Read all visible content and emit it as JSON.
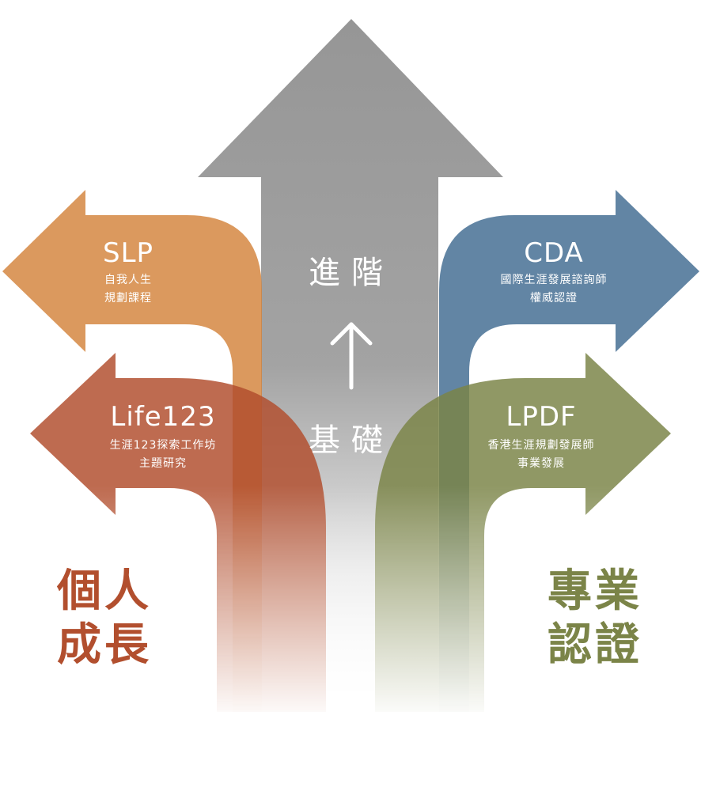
{
  "colors": {
    "gray": "#9b9b9b",
    "orange": "#d3833a",
    "blue": "#3f6a90",
    "rust": "#b24f2e",
    "olive": "#7b8448",
    "white": "#ffffff"
  },
  "center": {
    "top_word": "進階",
    "bottom_word": "基礎",
    "arrow_icon": "up-arrow-icon"
  },
  "arrows": {
    "slp": {
      "title": "SLP",
      "line1": "自我人生",
      "line2": "規劃課程"
    },
    "cda": {
      "title": "CDA",
      "line1": "國際生涯發展諮詢師",
      "line2": "權威認證"
    },
    "life123": {
      "title": "Life123",
      "line1": "生涯123探索工作坊",
      "line2": "主題研究"
    },
    "lpdf": {
      "title": "LPDF",
      "line1": "香港生涯規劃發展師",
      "line2": "事業發展"
    }
  },
  "side_labels": {
    "left_line1": "個人",
    "left_line2": "成長",
    "right_line1": "專業",
    "right_line2": "認證"
  }
}
